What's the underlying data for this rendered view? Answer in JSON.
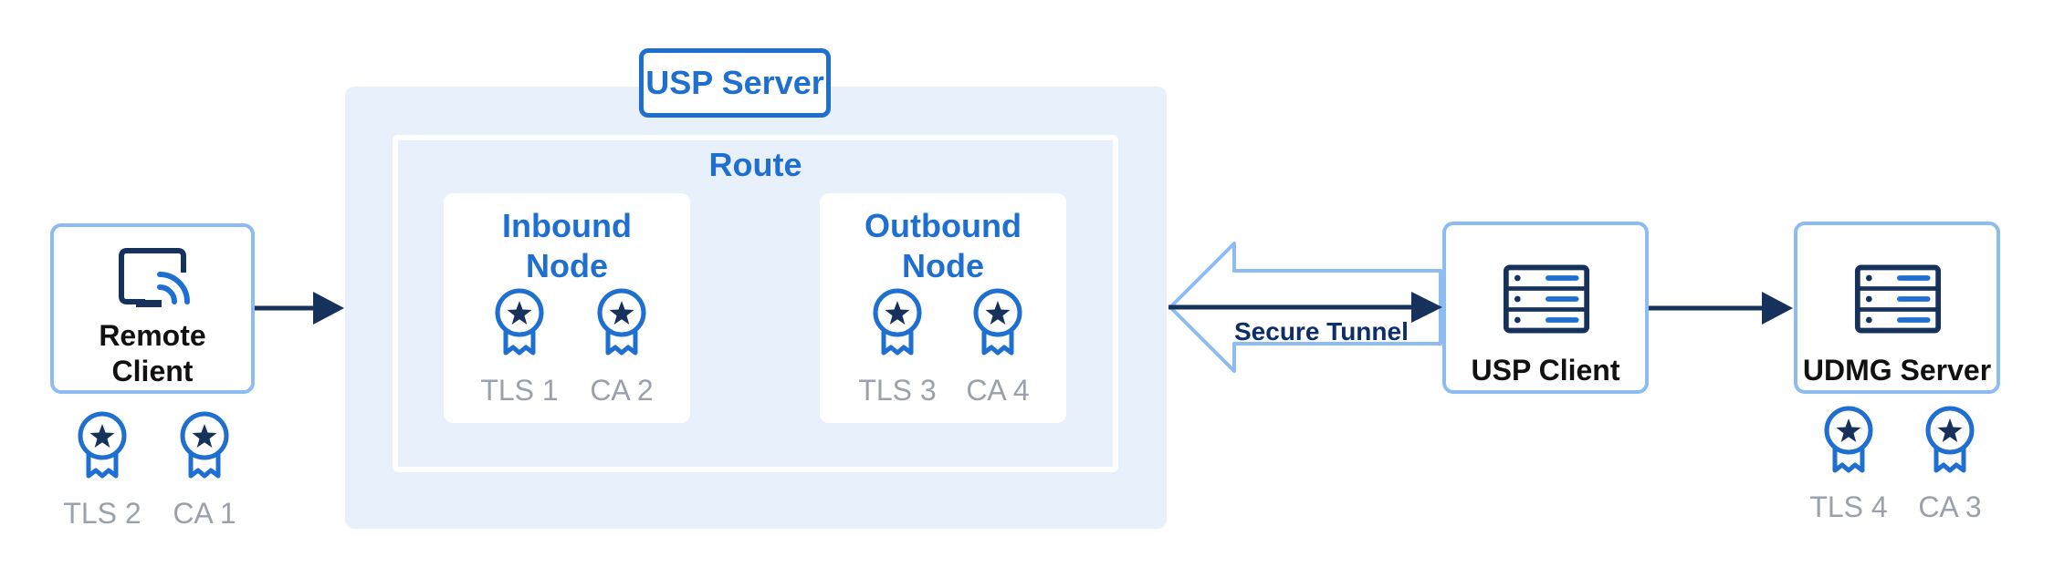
{
  "server": {
    "title": "USP Server"
  },
  "route": {
    "title": "Route",
    "inbound": {
      "title_line1": "Inbound",
      "title_line2": "Node",
      "certs": [
        "TLS 1",
        "CA 2"
      ]
    },
    "outbound": {
      "title_line1": "Outbound",
      "title_line2": "Node",
      "certs": [
        "TLS 3",
        "CA 4"
      ]
    }
  },
  "remote_client": {
    "label_line1": "Remote",
    "label_line2": "Client",
    "certs": [
      "TLS 2",
      "CA 1"
    ]
  },
  "tunnel": {
    "label": "Secure Tunnel"
  },
  "usp_client": {
    "label": "USP Client"
  },
  "udmg_server": {
    "label": "UDMG Server",
    "certs": [
      "TLS 4",
      "CA 3"
    ]
  },
  "colors": {
    "accent": "#1f6fd1",
    "dark_navy": "#16325c",
    "area_bg": "#e8f0fb",
    "box_border": "#8cbcf2",
    "muted_text": "#9aa1aa"
  },
  "icons": {
    "remote_client": "device-broadcast-icon",
    "usp_client": "server-rack-icon",
    "udmg_server": "server-rack-icon",
    "certificate": "certificate-badge-icon"
  }
}
